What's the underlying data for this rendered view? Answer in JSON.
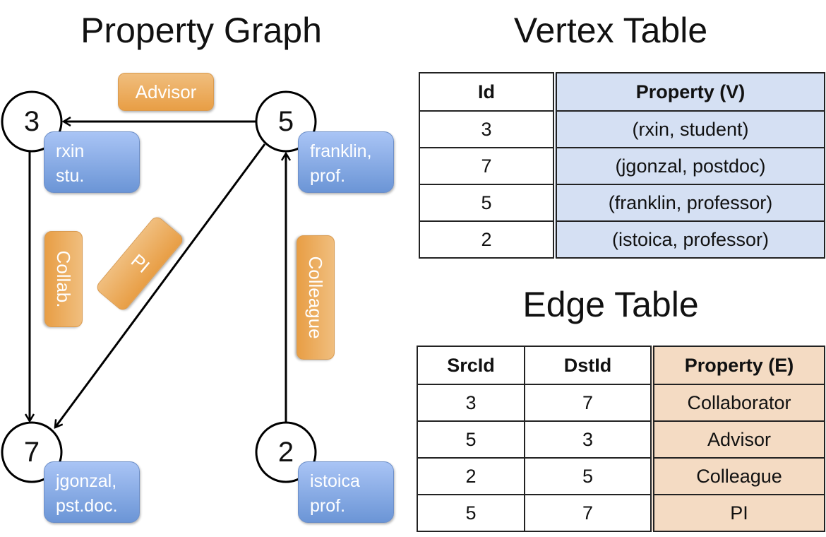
{
  "graph": {
    "title": "Property Graph",
    "vertices": [
      {
        "id": "3",
        "label1": "rxin",
        "label2": "stu."
      },
      {
        "id": "5",
        "label1": "franklin,",
        "label2": "prof."
      },
      {
        "id": "7",
        "label1": "jgonzal,",
        "label2": "pst.doc."
      },
      {
        "id": "2",
        "label1": "istoica",
        "label2": "prof."
      }
    ],
    "edges": [
      {
        "label": "Advisor"
      },
      {
        "label": "Collab."
      },
      {
        "label": "PI"
      },
      {
        "label": "Colleague"
      }
    ]
  },
  "vertex_table": {
    "title": "Vertex Table",
    "headers": [
      "Id",
      "Property (V)"
    ],
    "rows": [
      [
        "3",
        "(rxin, student)"
      ],
      [
        "7",
        "(jgonzal, postdoc)"
      ],
      [
        "5",
        "(franklin, professor)"
      ],
      [
        "2",
        "(istoica, professor)"
      ]
    ]
  },
  "edge_table": {
    "title": "Edge Table",
    "headers": [
      "SrcId",
      "DstId",
      "Property (E)"
    ],
    "rows": [
      [
        "3",
        "7",
        "Collaborator"
      ],
      [
        "5",
        "3",
        "Advisor"
      ],
      [
        "2",
        "5",
        "Colleague"
      ],
      [
        "5",
        "7",
        "PI"
      ]
    ]
  },
  "colors": {
    "vertex_box": "#7fa3e0",
    "edge_box": "#eba85a",
    "vertex_table_fill": "#d5e0f3",
    "edge_table_fill": "#f4dbc3"
  }
}
